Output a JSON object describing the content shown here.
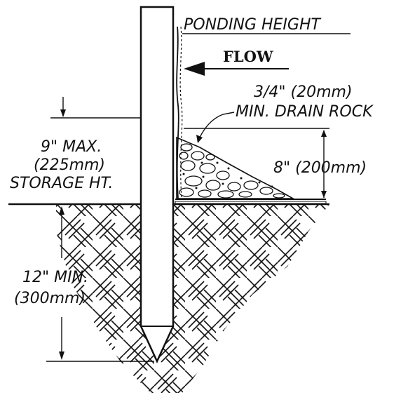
{
  "labels": {
    "ponding_height": "PONDING HEIGHT",
    "flow": "FLOW",
    "rock_size": "3/4\" (20mm)",
    "rock_type": "MIN. DRAIN ROCK",
    "rock_height": "8\" (200mm)",
    "storage_max": "9\" MAX.",
    "storage_metric": "(225mm)",
    "storage_label": "STORAGE HT.",
    "embed_min": "12\" MIN.",
    "embed_metric": "(300mm)"
  },
  "colors": {
    "ink": "#111111",
    "background": "#ffffff"
  }
}
